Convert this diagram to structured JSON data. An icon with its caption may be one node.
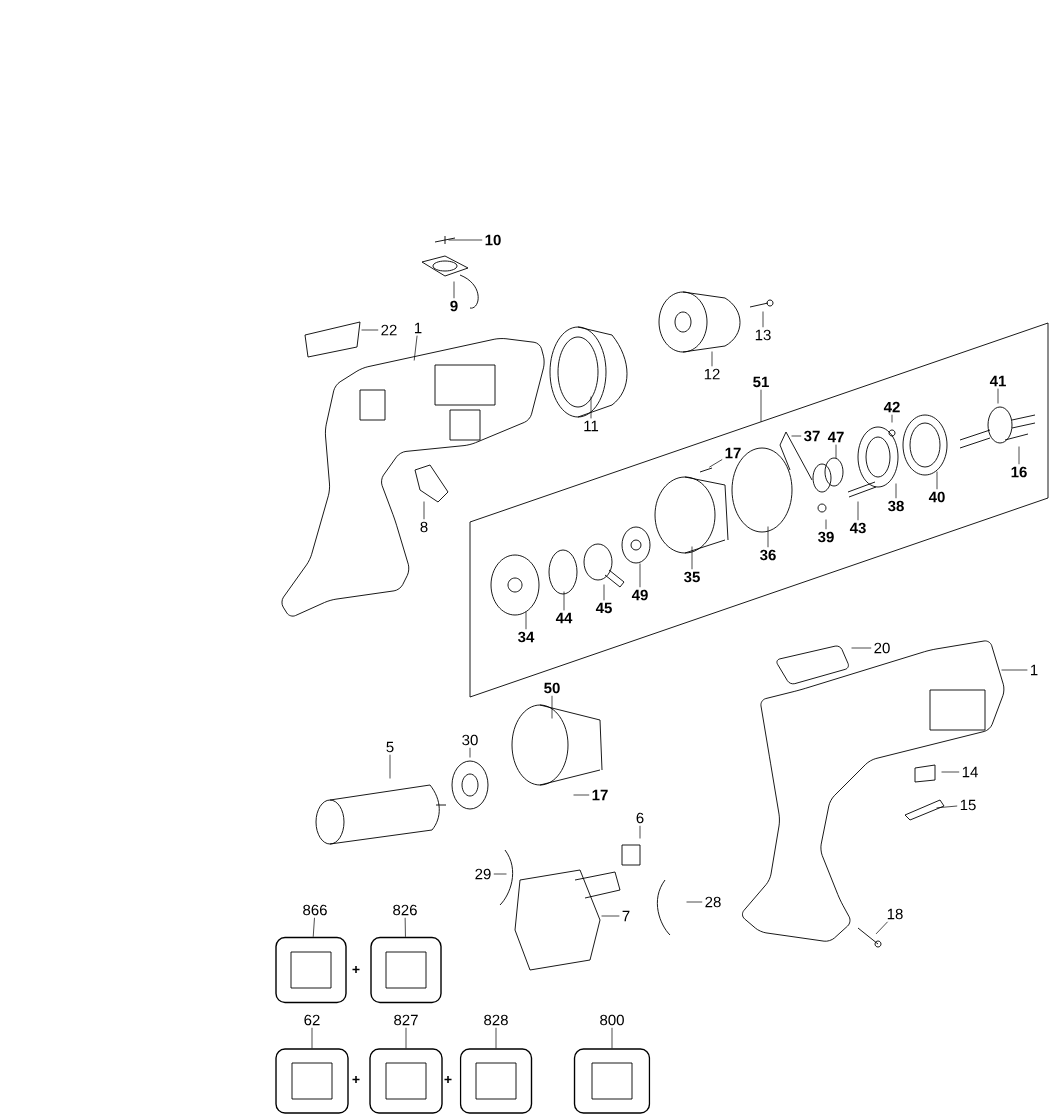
{
  "diagram": {
    "nodes": [
      {
        "text": [
          "10"
        ]
      },
      {
        "text": [
          "9"
        ]
      },
      {
        "text": [
          "22"
        ]
      },
      {
        "text": [
          "1"
        ]
      },
      {
        "text": [
          "11"
        ]
      },
      {
        "text": [
          "12"
        ]
      },
      {
        "text": [
          "13"
        ]
      },
      {
        "text": [
          "51"
        ]
      },
      {
        "text": [],
        "shape": "parallelogram"
      },
      {
        "text": [
          "17"
        ],
        "in": 8
      },
      {
        "text": [
          "37"
        ],
        "in": 8
      },
      {
        "text": [
          "47"
        ],
        "in": 8
      },
      {
        "text": [
          "42"
        ],
        "in": 8
      },
      {
        "text": [
          "41"
        ],
        "in": 8
      },
      {
        "text": [
          "16"
        ],
        "in": 8
      },
      {
        "text": [
          "40"
        ],
        "in": 8
      },
      {
        "text": [
          "38"
        ],
        "in": 8
      },
      {
        "text": [
          "43"
        ],
        "in": 8
      },
      {
        "text": [
          "39"
        ],
        "in": 8
      },
      {
        "text": [
          "36"
        ],
        "in": 8
      },
      {
        "text": [
          "35"
        ],
        "in": 8
      },
      {
        "text": [
          "49"
        ],
        "in": 8
      },
      {
        "text": [
          "45"
        ],
        "in": 8
      },
      {
        "text": [
          "44"
        ],
        "in": 8
      },
      {
        "text": [
          "34"
        ],
        "in": 8
      },
      {
        "text": [
          "8"
        ]
      },
      {
        "text": [
          "20"
        ]
      },
      {
        "text": [
          "1"
        ]
      },
      {
        "text": [
          "50"
        ]
      },
      {
        "text": [
          "5"
        ]
      },
      {
        "text": [
          "30"
        ]
      },
      {
        "text": [
          "17"
        ]
      },
      {
        "text": [
          "6"
        ]
      },
      {
        "text": [
          "29"
        ]
      },
      {
        "text": [
          "28"
        ]
      },
      {
        "text": [
          "7"
        ]
      },
      {
        "text": [
          "14"
        ]
      },
      {
        "text": [
          "15"
        ]
      },
      {
        "text": [
          "18"
        ]
      },
      {
        "text": [
          "866"
        ]
      },
      {
        "text": [],
        "shape": "picture"
      },
      {
        "text": [
          "826"
        ]
      },
      {
        "text": [],
        "shape": "picture"
      },
      {
        "text": [
          "62"
        ]
      },
      {
        "text": [],
        "shape": "picture"
      },
      {
        "text": [
          "827"
        ]
      },
      {
        "text": [],
        "shape": "picture"
      },
      {
        "text": [
          "828"
        ]
      },
      {
        "text": [],
        "shape": "picture"
      },
      {
        "text": [
          "800"
        ]
      },
      {
        "text": [],
        "shape": "picture"
      }
    ],
    "edges": [
      {
        "from": 0,
        "to": null,
        "arrow": "none"
      },
      {
        "from": 1,
        "to": null,
        "arrow": "none"
      },
      {
        "from": 2,
        "to": null,
        "arrow": "none"
      },
      {
        "from": 3,
        "to": null,
        "arrow": "none"
      },
      {
        "from": 4,
        "to": null,
        "arrow": "none"
      },
      {
        "from": 5,
        "to": null,
        "arrow": "none"
      },
      {
        "from": 6,
        "to": null,
        "arrow": "none"
      },
      {
        "from": 7,
        "to": 8,
        "arrow": "none"
      },
      {
        "from": 9,
        "to": null,
        "arrow": "none"
      },
      {
        "from": 10,
        "to": null,
        "arrow": "none"
      },
      {
        "from": 11,
        "to": null,
        "arrow": "none"
      },
      {
        "from": 12,
        "to": null,
        "arrow": "none"
      },
      {
        "from": 13,
        "to": null,
        "arrow": "none"
      },
      {
        "from": 14,
        "to": null,
        "arrow": "none"
      },
      {
        "from": 15,
        "to": null,
        "arrow": "none"
      },
      {
        "from": 16,
        "to": null,
        "arrow": "none"
      },
      {
        "from": 17,
        "to": null,
        "arrow": "none"
      },
      {
        "from": 18,
        "to": null,
        "arrow": "none"
      },
      {
        "from": 19,
        "to": null,
        "arrow": "none"
      },
      {
        "from": 20,
        "to": null,
        "arrow": "none"
      },
      {
        "from": 21,
        "to": null,
        "arrow": "none"
      },
      {
        "from": 22,
        "to": null,
        "arrow": "none"
      },
      {
        "from": 23,
        "to": null,
        "arrow": "none"
      },
      {
        "from": 24,
        "to": null,
        "arrow": "none"
      },
      {
        "from": 25,
        "to": null,
        "arrow": "none"
      },
      {
        "from": 26,
        "to": null,
        "arrow": "none"
      },
      {
        "from": 27,
        "to": null,
        "arrow": "none"
      },
      {
        "from": 28,
        "to": null,
        "arrow": "none"
      },
      {
        "from": 29,
        "to": null,
        "arrow": "none"
      },
      {
        "from": 30,
        "to": null,
        "arrow": "none"
      },
      {
        "from": 31,
        "to": null,
        "arrow": "none"
      },
      {
        "from": 32,
        "to": null,
        "arrow": "none"
      },
      {
        "from": 33,
        "to": null,
        "arrow": "none"
      },
      {
        "from": 34,
        "to": null,
        "arrow": "none"
      },
      {
        "from": 35,
        "to": null,
        "arrow": "none"
      },
      {
        "from": 36,
        "to": null,
        "arrow": "none"
      },
      {
        "from": 37,
        "to": null,
        "arrow": "none"
      },
      {
        "from": 38,
        "to": null,
        "arrow": "none"
      },
      {
        "from": 39,
        "to": 40,
        "arrow": "none"
      },
      {
        "from": 41,
        "to": 42,
        "arrow": "none"
      },
      {
        "from": 43,
        "to": 44,
        "arrow": "none"
      },
      {
        "from": 45,
        "to": 46,
        "arrow": "none"
      },
      {
        "from": 47,
        "to": 48,
        "arrow": "none"
      },
      {
        "from": 49,
        "to": 50,
        "arrow": "none"
      }
    ],
    "labels": [
      "+",
      "+",
      "+"
    ]
  }
}
